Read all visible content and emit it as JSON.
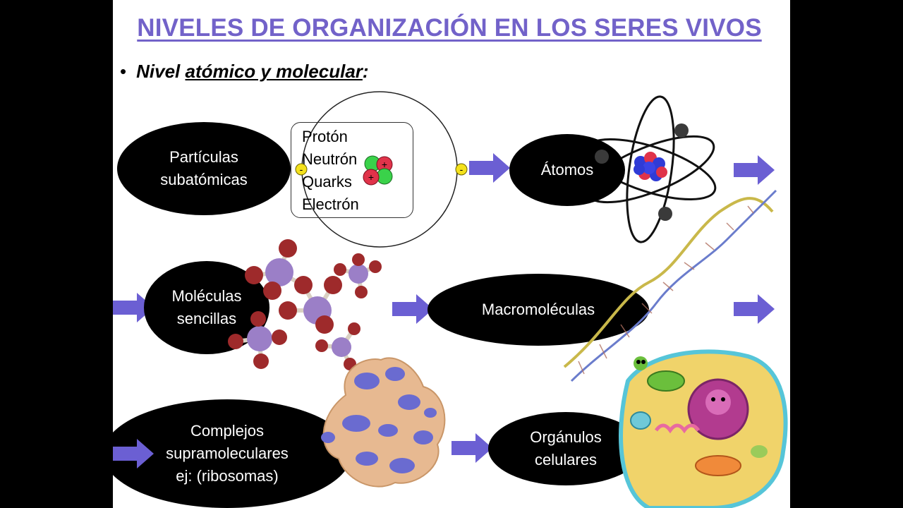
{
  "title": "NIVELES DE ORGANIZACIÓN EN LOS SERES VIVOS",
  "subtitle": {
    "bullet": "•",
    "prefix": "Nivel ",
    "underlined": "atómico y molecular",
    "suffix": ":"
  },
  "atom_labels": [
    "Protón",
    "Neutrón",
    "Quarks",
    "Electrón"
  ],
  "nodes": {
    "subatomic": "Partículas\nsubatómicas",
    "atoms": "Átomos",
    "simple_molecules": "Moléculas\nsencillas",
    "macromolecules": "Macromoléculas",
    "supramolecular": "Complejos\nsupramoleculares\nej: (ribosomas)",
    "organelles": "Orgánulos\ncelulares"
  },
  "symbols": {
    "electron": "-",
    "proton": "+"
  },
  "colors": {
    "title": "#7262c9",
    "arrow": "#6b5fd3",
    "proton": "#e0334a",
    "neutron": "#3ad24a",
    "electron": "#f4e11c",
    "oxygen": "#9e2a2b",
    "phosphorus": "#9b7fc7",
    "ribosome_protein": "#6a6bd0",
    "ribosome_rna": "#e7b991",
    "cell": "#f0d36a",
    "nucleus": "#b23b8f"
  },
  "icons": [
    "right-arrow-icon",
    "atom-model-icon",
    "molecule-icon",
    "dna-icon",
    "ribosome-icon",
    "cell-icon"
  ]
}
